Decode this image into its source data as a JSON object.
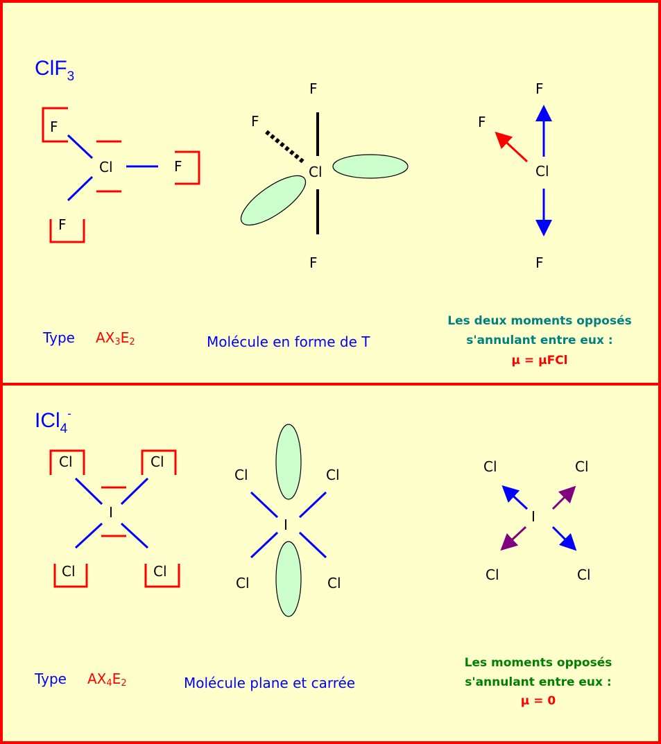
{
  "colors": {
    "background": "#ffffcc",
    "frame": "#ff0000",
    "bond": "#0000ff",
    "lone_pair": "#ff0000",
    "lobe_fill": "#ccffcc",
    "moment_blue": "#0000ff",
    "moment_red": "#ff0000",
    "moment_purple": "#800080",
    "note_teal": "#008080",
    "note_green": "#008000",
    "type_red": "#ff0000"
  },
  "clf3": {
    "title_main": "ClF",
    "title_sub": "3",
    "lewis": {
      "center": "Cl",
      "f_top": "F",
      "f_right": "F",
      "f_bottom": "F"
    },
    "geometry": {
      "f_dashed": "F",
      "f_top": "F",
      "center": "Cl",
      "f_bottom": "F",
      "caption": "Molécule en forme de T"
    },
    "moments": {
      "f_left": "F",
      "f_top": "F",
      "center": "Cl",
      "f_bottom": "F",
      "note_line1": "Les deux moments opposés",
      "note_line2": "s'annulant entre eux :",
      "mu_symbol": "µ",
      "mu_rest": " = µFCl"
    },
    "type_label": "Type",
    "formula": {
      "a": "AX",
      "n": "3",
      "e": "E",
      "m": "2"
    }
  },
  "icl4": {
    "title_main": "ICl",
    "title_sub": "4",
    "title_sup": "-",
    "lewis": {
      "center": "I",
      "cl_tl": "Cl",
      "cl_tr": "Cl",
      "cl_bl": "Cl",
      "cl_br": "Cl"
    },
    "geometry": {
      "center": "I",
      "cl_tl": "Cl",
      "cl_tr": "Cl",
      "cl_bl": "Cl",
      "cl_br": "Cl",
      "caption": "Molécule plane et carrée"
    },
    "moments": {
      "center": "I",
      "cl_tl": "Cl",
      "cl_tr": "Cl",
      "cl_bl": "Cl",
      "cl_br": "Cl",
      "note_line1": "Les moments opposés",
      "note_line2": "s'annulant entre eux :",
      "mu_symbol": "µ",
      "mu_rest": " = 0"
    },
    "type_label": "Type",
    "formula": {
      "a": "AX",
      "n": "4",
      "e": "E",
      "m": "2"
    }
  }
}
